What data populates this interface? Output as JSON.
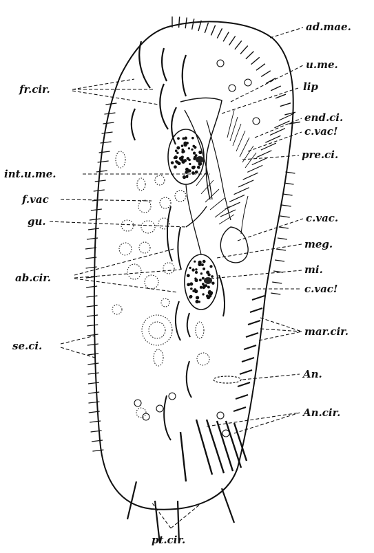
{
  "figure": {
    "labels": {
      "ad_mae": "ad.mae.",
      "u_me": "u.me.",
      "lip": "lip",
      "end_ci": "end.ci.",
      "c_vac_prime_upper": "c.vac!",
      "pre_ci": "pre.ci.",
      "fr_cir": "fr.cir.",
      "int_u_me": "int.u.me.",
      "f_vac": "f.vac",
      "gu": "gu.",
      "c_vac": "c.vac.",
      "meg": "meg.",
      "mi": "mi.",
      "c_vac_prime_lower": "c.vac!",
      "ab_cir": "ab.cir.",
      "mar_cir": "mar.cir.",
      "se_ci": "se.ci.",
      "an": "An.",
      "an_cir": "An.cir.",
      "pt_cir": "pt.cir."
    }
  }
}
